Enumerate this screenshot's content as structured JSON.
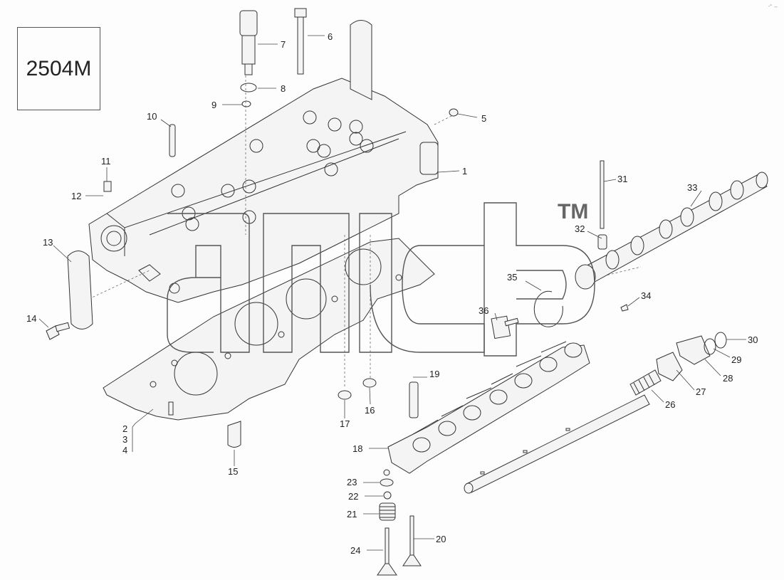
{
  "diagram_code": "2504M",
  "watermark_mark": "TM",
  "corner_mark": "-° ↔",
  "callouts": [
    "1",
    "2",
    "3",
    "4",
    "5",
    "6",
    "7",
    "8",
    "9",
    "10",
    "11",
    "12",
    "13",
    "14",
    "15",
    "16",
    "17",
    "18",
    "19",
    "20",
    "21",
    "22",
    "23",
    "24",
    "26",
    "27",
    "28",
    "29",
    "30",
    "31",
    "32",
    "33",
    "34",
    "35",
    "36"
  ]
}
